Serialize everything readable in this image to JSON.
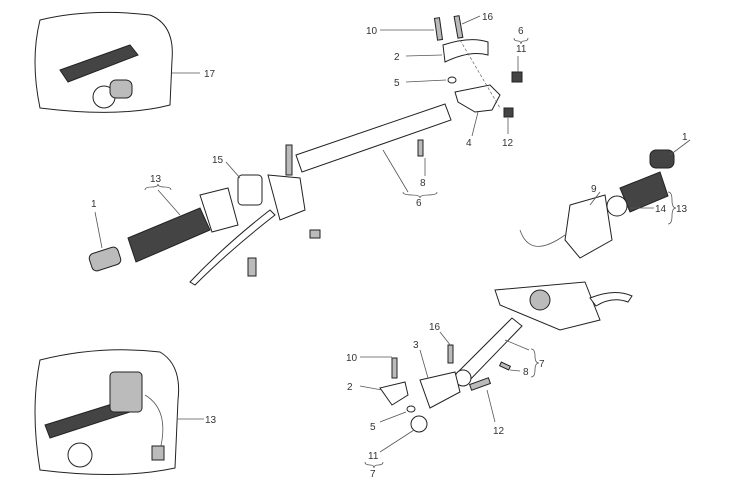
{
  "diagram": {
    "labels": {
      "inset_top_17": "17",
      "top_10": "10",
      "top_16": "16",
      "top_6_group": "6",
      "top_11": "11",
      "top_2": "2",
      "top_5": "5",
      "top_4": "4",
      "top_12": "12",
      "bar_8": "8",
      "bar_6": "6",
      "left_15": "15",
      "left_13": "13",
      "left_1": "1",
      "right_1": "1",
      "right_9": "9",
      "right_14": "14",
      "right_13": "13",
      "bot_16": "16",
      "bot_3": "3",
      "bot_10": "10",
      "bot_2": "2",
      "bot_7": "7",
      "bot_8": "8",
      "bot_5": "5",
      "bot_12": "12",
      "bot_11": "11",
      "bot_7_group": "7",
      "inset_bottom_13": "13"
    }
  }
}
